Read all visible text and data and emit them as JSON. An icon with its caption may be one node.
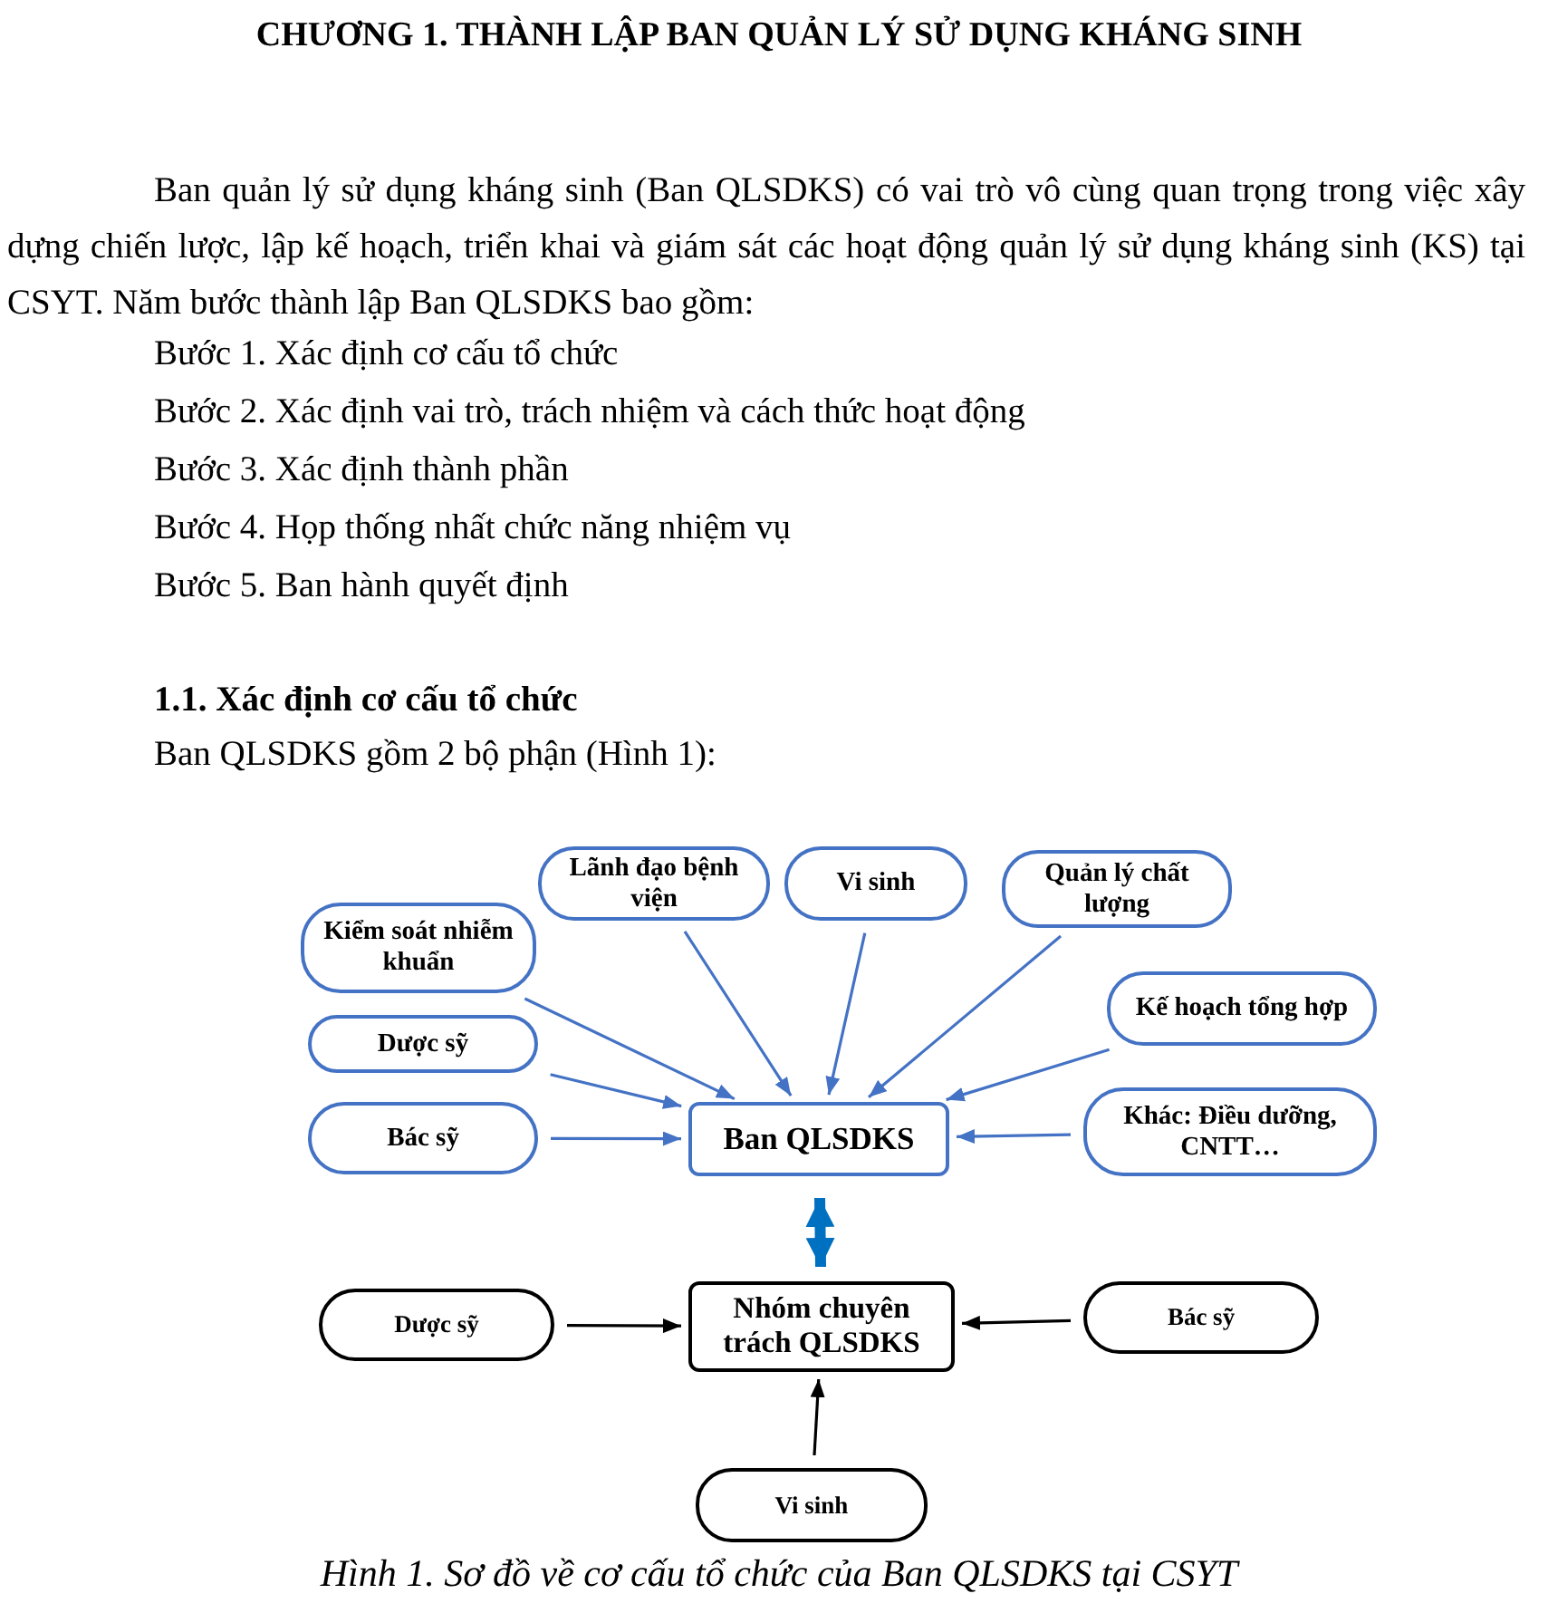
{
  "diagram": {
    "title": "CHƯƠNG 1. THÀNH LẬP BAN QUẢN LÝ SỬ DỤNG KHÁNG SINH",
    "caption": "Hình 1. Sơ đồ về cơ cấu tổ chức của Ban QLSDKS tại CSYT",
    "nodes": [
      {
        "text": [
          "Lãnh đạo bệnh viện"
        ]
      },
      {
        "text": [
          "Vi sinh"
        ]
      },
      {
        "text": [
          "Quản lý chất lượng"
        ]
      },
      {
        "text": [
          "Kiểm soát nhiễm khuẩn"
        ]
      },
      {
        "text": [
          "Kế hoạch tổng hợp"
        ]
      },
      {
        "text": [
          "Dược sỹ"
        ]
      },
      {
        "text": [
          "Bác sỹ"
        ]
      },
      {
        "text": [
          "Ban QLSDKS"
        ]
      },
      {
        "text": [
          "Khác: Điều dưỡng, CNTT…"
        ]
      },
      {
        "text": [
          "Dược sỹ"
        ]
      },
      {
        "text": [
          "Nhóm chuyên trách QLSDKS"
        ]
      },
      {
        "text": [
          "Bác sỹ"
        ]
      },
      {
        "text": [
          "Vi sinh"
        ]
      }
    ],
    "edges": [
      {
        "from": 3,
        "to": 7,
        "arrow": "to",
        "color": "#4472c4"
      },
      {
        "from": 0,
        "to": 7,
        "arrow": "to",
        "color": "#4472c4"
      },
      {
        "from": 1,
        "to": 7,
        "arrow": "to",
        "color": "#4472c4"
      },
      {
        "from": 2,
        "to": 7,
        "arrow": "to",
        "color": "#4472c4"
      },
      {
        "from": 4,
        "to": 7,
        "arrow": "to",
        "color": "#4472c4"
      },
      {
        "from": 5,
        "to": 7,
        "arrow": "to",
        "color": "#4472c4"
      },
      {
        "from": 6,
        "to": 7,
        "arrow": "to",
        "color": "#4472c4"
      },
      {
        "from": 8,
        "to": 7,
        "arrow": "to",
        "color": "#4472c4"
      },
      {
        "from": 7,
        "to": 10,
        "arrow": "both",
        "style": "thick",
        "color": "#0070c0"
      },
      {
        "from": 9,
        "to": 10,
        "arrow": "to",
        "color": "#000000"
      },
      {
        "from": 11,
        "to": 10,
        "arrow": "to",
        "color": "#000000"
      },
      {
        "from": 12,
        "to": 10,
        "arrow": "to",
        "color": "#000000"
      }
    ],
    "labels": [
      "Ban quản lý sử dụng kháng sinh (Ban QLSDKS) có vai trò vô cùng quan trọng trong việc xây dựng chiến lược, lập kế hoạch, triển khai và giám sát các hoạt động quản lý sử dụng kháng sinh (KS) tại CSYT. Năm bước thành lập Ban QLSDKS bao gồm:",
      "Bước 1. Xác định cơ cấu tổ chức",
      "Bước 2. Xác định vai trò, trách nhiệm và cách thức hoạt động",
      "Bước 3. Xác định thành phần",
      "Bước 4. Họp thống nhất chức năng nhiệm vụ",
      "Bước 5. Ban hành quyết định",
      "1.1. Xác định cơ cấu tổ chức",
      "Ban QLSDKS gồm 2 bộ phận (Hình 1):"
    ]
  }
}
